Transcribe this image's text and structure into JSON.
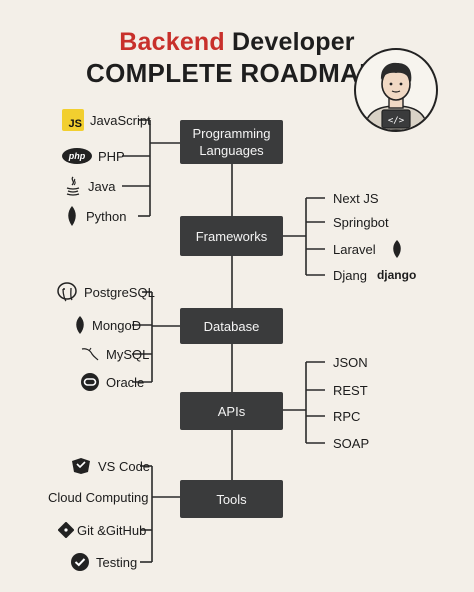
{
  "title": {
    "accent": "Backend",
    "dark": "Developer",
    "line2": "COMPLETE ROADMAP"
  },
  "stages": [
    {
      "label": "Programming Languages"
    },
    {
      "label": "Frameworks"
    },
    {
      "label": "Database"
    },
    {
      "label": "APIs"
    },
    {
      "label": "Tools"
    }
  ],
  "languages": [
    {
      "label": "JavaScript",
      "icon": "javascript-icon",
      "icon_text": "JS"
    },
    {
      "label": "PHP",
      "icon": "php-icon",
      "icon_text": "php"
    },
    {
      "label": "Java",
      "icon": "java-icon"
    },
    {
      "label": "Python",
      "icon": "python-icon"
    }
  ],
  "frameworks": [
    {
      "label": "Next JS"
    },
    {
      "label": "Springbot"
    },
    {
      "label": "Laravel"
    },
    {
      "label": "Djang",
      "logo": "django"
    }
  ],
  "databases": [
    {
      "label": "PostgreSQL",
      "icon": "postgresql-icon"
    },
    {
      "label": "MongoD",
      "icon": "mongodb-leaf-icon"
    },
    {
      "label": "MySQL",
      "icon": "mysql-dolphin-icon"
    },
    {
      "label": "Oracle",
      "icon": "oracle-icon"
    }
  ],
  "apis": [
    {
      "label": "JSON"
    },
    {
      "label": "REST"
    },
    {
      "label": "RPC"
    },
    {
      "label": "SOAP"
    }
  ],
  "tools": [
    {
      "label": "VS Code",
      "icon": "vscode-icon"
    },
    {
      "label": "Cloud Computing"
    },
    {
      "label": "Git &GitHub",
      "icon": "git-icon"
    },
    {
      "label": "Testing",
      "icon": "check-icon"
    }
  ],
  "colors": {
    "accent": "#c8302b",
    "box": "#3a3b3c",
    "background": "#f3efe8",
    "line": "#2a2a2a"
  }
}
